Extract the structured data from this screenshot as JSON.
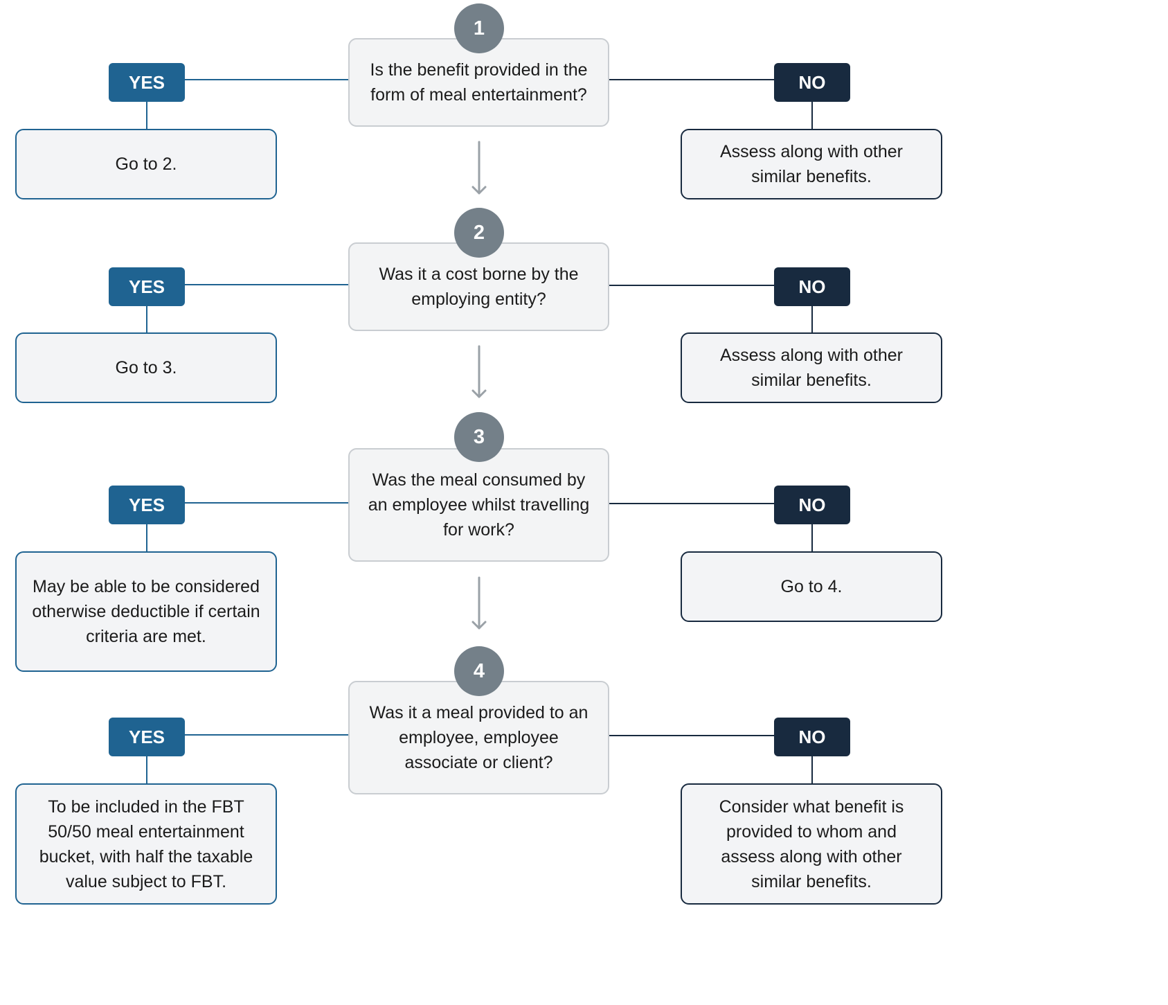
{
  "colors": {
    "yes": "#1f6391",
    "no": "#182a3f",
    "step_circle": "#748089",
    "question_fill": "#f3f4f5",
    "question_border": "#c9cdd1",
    "arrow": "#9aa1a7"
  },
  "steps": [
    {
      "number": "1",
      "question": "Is the benefit provided in the form of meal entertainment?",
      "yes_label": "YES",
      "yes_outcome": "Go to 2.",
      "no_label": "NO",
      "no_outcome": "Assess along with other similar benefits."
    },
    {
      "number": "2",
      "question": "Was it a cost borne by the employing entity?",
      "yes_label": "YES",
      "yes_outcome": "Go to 3.",
      "no_label": "NO",
      "no_outcome": "Assess along with other similar benefits."
    },
    {
      "number": "3",
      "question": "Was the meal consumed by an employee whilst travelling for work?",
      "yes_label": "YES",
      "yes_outcome": "May be able to be considered otherwise deductible if certain criteria are met.",
      "no_label": "NO",
      "no_outcome": "Go to 4."
    },
    {
      "number": "4",
      "question": "Was it a meal provided to an employee, employee associate or client?",
      "yes_label": "YES",
      "yes_outcome": "To be included in the FBT 50/50 meal entertainment bucket, with half the taxable value subject to FBT.",
      "no_label": "NO",
      "no_outcome": "Consider what benefit is provided to whom and assess along with other similar benefits."
    }
  ]
}
